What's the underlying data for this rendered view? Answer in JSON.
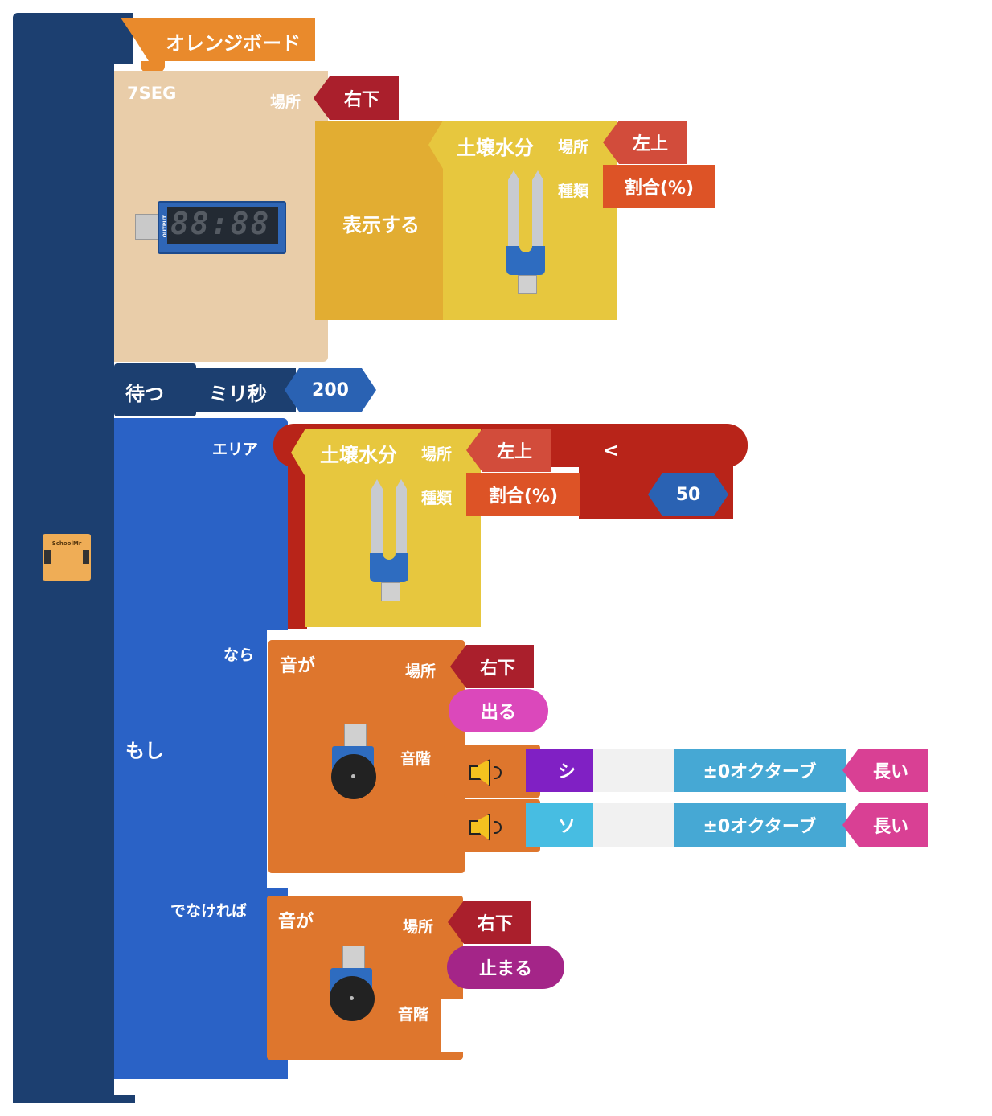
{
  "colors": {
    "outer": "#1c3f70",
    "board": "#e98a2c",
    "seg": "#e9cda9",
    "yellow": "#e7c73e",
    "yellow_dark": "#e2ad32",
    "wait": "#1c3f70",
    "wait_value": "#2a62b3",
    "if": "#2a62c6",
    "compare": "#b82419",
    "sound": "#de762d",
    "location": "#aa1f2c",
    "location_light": "#d24c3b",
    "type": "#dd5326",
    "pink": "#db48bb",
    "magenta": "#a42588",
    "note_si": "#8020c4",
    "note_so": "#47bde2",
    "octave": "#46a8d4",
    "length": "#d94094"
  },
  "sidebar": {
    "icon": "board-thumbnail-icon",
    "thumb_label": "SchoolMr"
  },
  "board_block": {
    "label": "オレンジボード"
  },
  "seg_block": {
    "title": "7SEG",
    "location_label": "場所",
    "location_value": "右下",
    "display_label": "表示する",
    "digits": "88:88",
    "output_label": "OUTPUT",
    "sensor": {
      "title": "土壌水分",
      "location_label": "場所",
      "location_value": "左上",
      "type_label": "種類",
      "type_value": "割合(%)"
    }
  },
  "wait_block": {
    "label": "待つ",
    "unit": "ミリ秒",
    "value": "200"
  },
  "if_block": {
    "if_label": "もし",
    "area_label": "エリア",
    "then_label": "なら",
    "else_label": "でなければ",
    "condition": {
      "operator": "<",
      "value": "50",
      "sensor": {
        "title": "土壌水分",
        "location_label": "場所",
        "location_value": "左上",
        "type_label": "種類",
        "type_value": "割合(%)"
      }
    },
    "then_sound": {
      "title": "音が",
      "location_label": "場所",
      "location_value": "右下",
      "action": "出る",
      "scale_label": "音階",
      "notes": [
        {
          "note": "シ",
          "octave": "±0オクターブ",
          "length": "長い"
        },
        {
          "note": "ソ",
          "octave": "±0オクターブ",
          "length": "長い"
        }
      ]
    },
    "else_sound": {
      "title": "音が",
      "location_label": "場所",
      "location_value": "右下",
      "action": "止まる",
      "scale_label": "音階"
    }
  }
}
